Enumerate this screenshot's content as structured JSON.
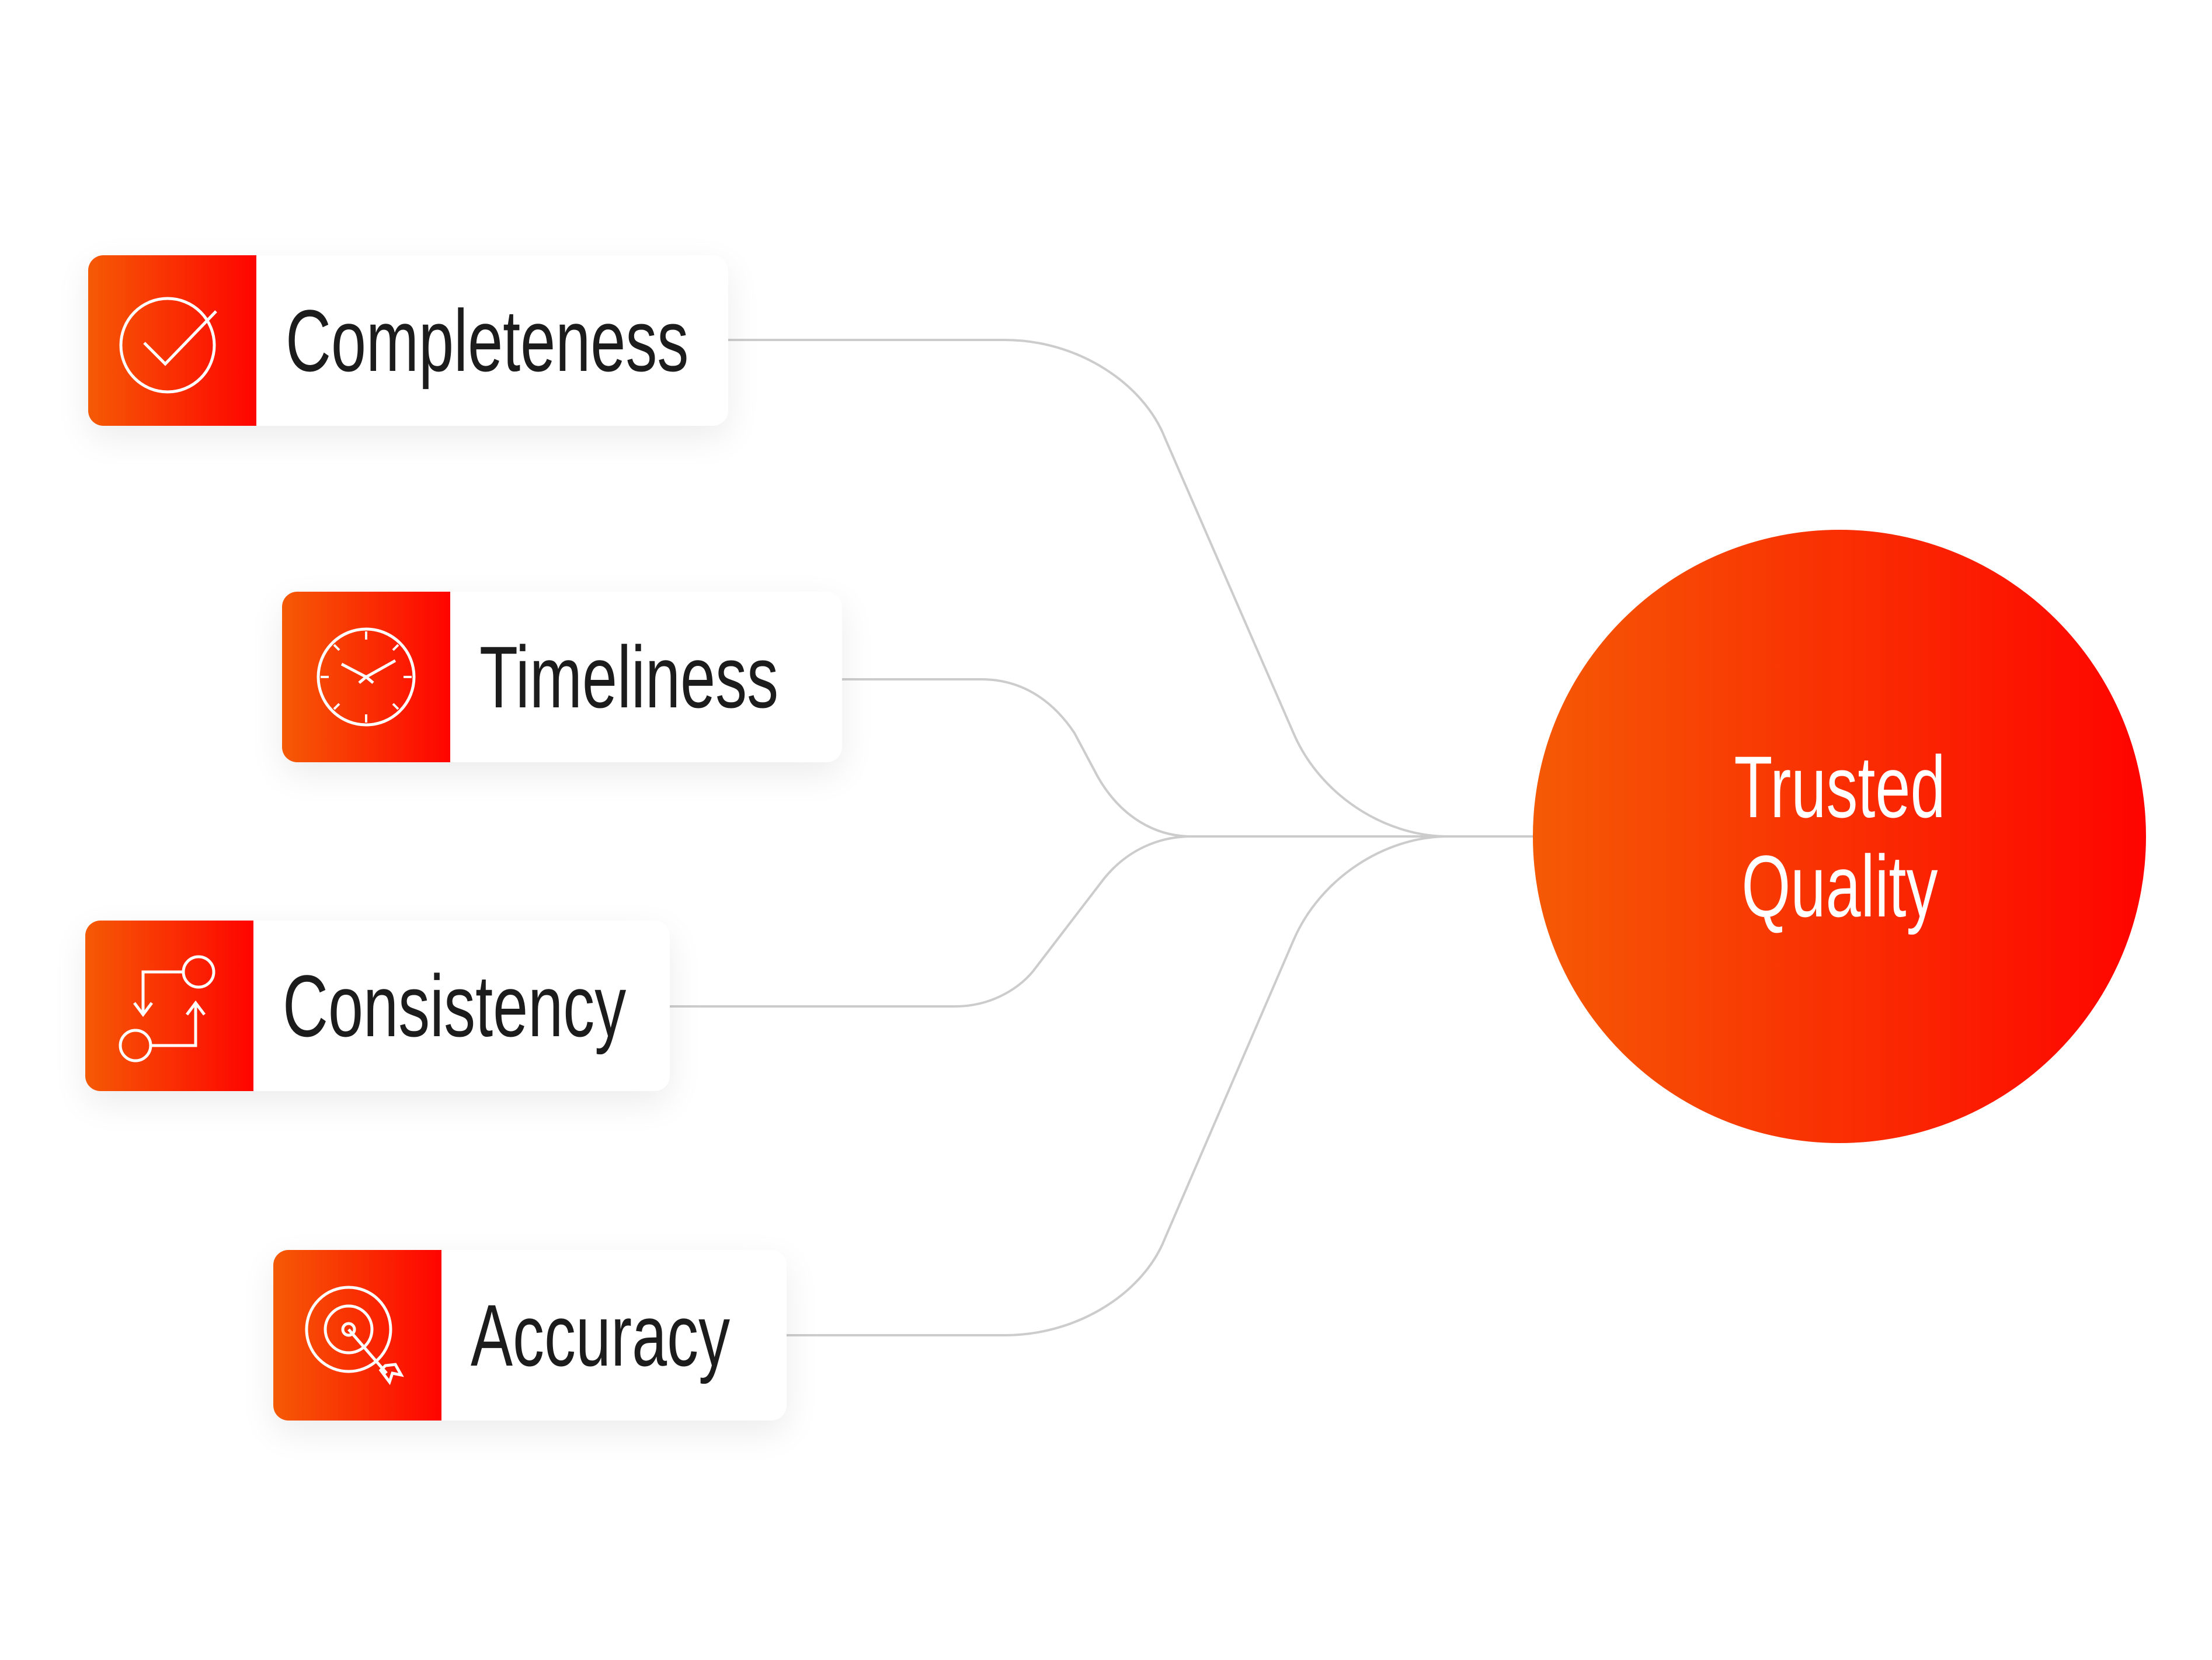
{
  "pillars": [
    {
      "label": "Completeness",
      "icon": "check-circle-icon"
    },
    {
      "label": "Timeliness",
      "icon": "clock-icon"
    },
    {
      "label": "Consistency",
      "icon": "sync-flow-icon"
    },
    {
      "label": "Accuracy",
      "icon": "target-icon"
    }
  ],
  "result": {
    "line1": "Trusted",
    "line2": "Quality"
  },
  "colors": {
    "gradient_start": "#f55a05",
    "gradient_end": "#fe0400",
    "connector": "#cccccc",
    "text": "#1c1c1c"
  }
}
